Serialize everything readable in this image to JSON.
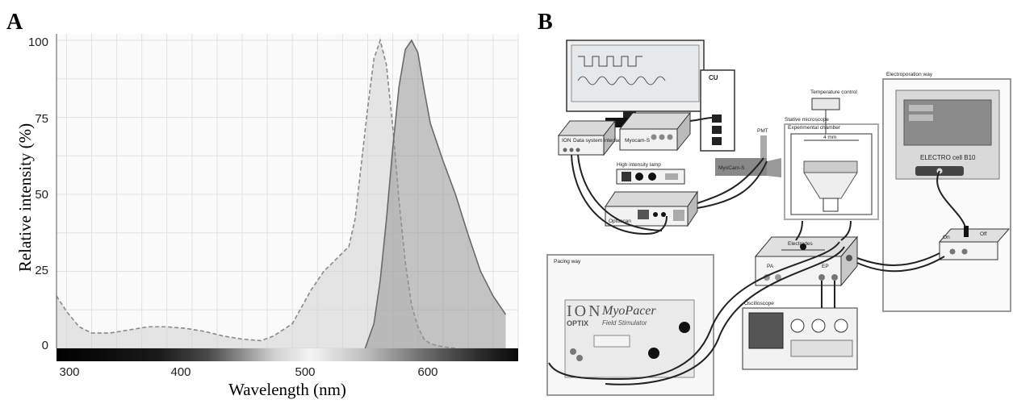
{
  "panel_a": {
    "letter": "A",
    "xlabel": "Wavelength (nm)",
    "ylabel": "Relative intensity (%)",
    "x_ticks": [
      "300",
      "400",
      "500",
      "600"
    ],
    "y_ticks": [
      "100",
      "75",
      "50",
      "25",
      "0"
    ]
  },
  "chart_data": {
    "type": "area",
    "xlabel": "Wavelength (nm)",
    "ylabel": "Relative intensity (%)",
    "xlim": [
      292,
      660
    ],
    "ylim": [
      0,
      100
    ],
    "grid": true,
    "series": [
      {
        "style": "dashed",
        "x": [
          292,
          300,
          310,
          320,
          335,
          350,
          365,
          380,
          395,
          410,
          425,
          440,
          455,
          465,
          480,
          495,
          505,
          515,
          525,
          530,
          535,
          540,
          545,
          550,
          555,
          560,
          565,
          570,
          575,
          580,
          585,
          590,
          600,
          610
        ],
        "values": [
          17,
          12,
          7,
          5,
          5,
          6,
          7,
          7,
          6.5,
          5.5,
          4,
          3,
          2.5,
          4,
          8,
          19,
          25,
          29,
          33,
          42,
          60,
          78,
          94,
          100,
          92,
          72,
          48,
          28,
          14,
          7,
          3,
          1.5,
          0.5,
          0
        ]
      },
      {
        "style": "solid",
        "x": [
          538,
          545,
          550,
          555,
          560,
          565,
          570,
          575,
          580,
          585,
          590,
          600,
          610,
          620,
          630,
          640,
          650
        ],
        "values": [
          0,
          8,
          22,
          42,
          65,
          85,
          97,
          100,
          96,
          84,
          73,
          61,
          50,
          37,
          25,
          17,
          11
        ]
      }
    ]
  },
  "panel_b": {
    "letter": "B",
    "cu": "CU",
    "temperature_control": "Temperature control",
    "electroporation_way": "Electroporation way",
    "stative_microscope": "Stative microscope",
    "experimental_chamber": "Experimental chamber",
    "four_mm": "4 mm",
    "pmt": "PMT",
    "data_system": "Data system interface",
    "ion_small": "ION",
    "myocam_s": "Myocam-S",
    "myocam_s2": "MyoCam-S",
    "high_intensity_lamp": "High intensity lamp",
    "optoscan": "Optoscan",
    "electro_cell": "ELECTRO cell B10",
    "on": "On",
    "off": "Off",
    "electrodes": "Electrodes",
    "pa": "PA",
    "ep": "EP",
    "pacing_way": "Pacing way",
    "ion": "ION",
    "optix": "OPTIX",
    "myopacer": "MyoPacer",
    "field_stimulator": "Field Stimulator",
    "oscilloscope": "Oscilloscope"
  }
}
